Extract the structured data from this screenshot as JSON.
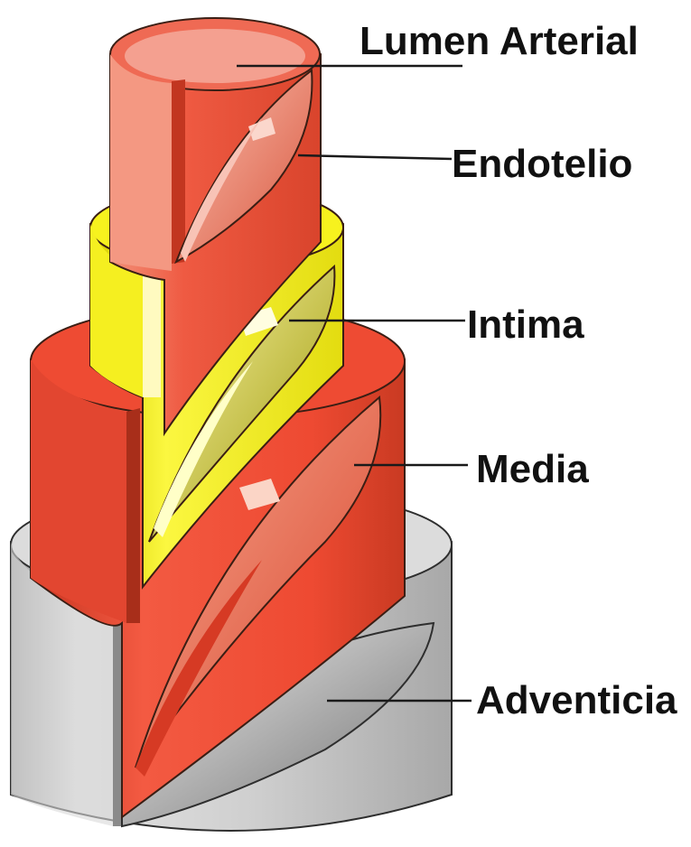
{
  "labels": {
    "lumen": "Lumen Arterial",
    "endotelio": "Endotelio",
    "intima": "Intima",
    "media": "Media",
    "adventicia": "Adventicia"
  },
  "colors": {
    "adventicia": "#c8c8c8",
    "media": "#f0503a",
    "intima": "#f2ee1c",
    "endotelio": "#ef5a46",
    "lumen": "#f4a090",
    "background": "#ffffff"
  }
}
